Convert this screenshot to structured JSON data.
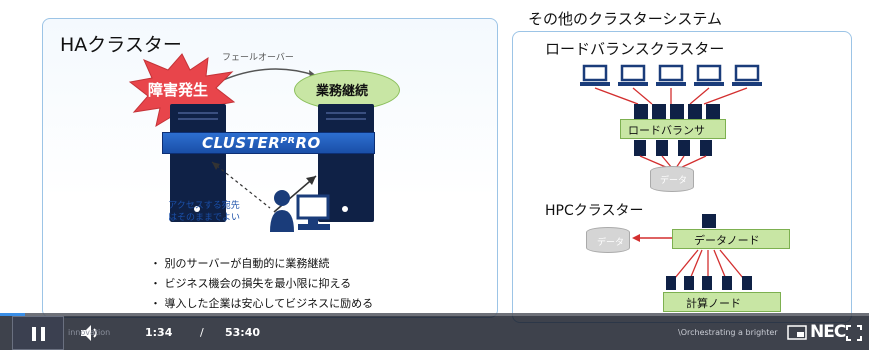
{
  "slide": {
    "ha_title": "HAクラスター",
    "failover_label": "フェールオーバー",
    "failure_label": "障害発生",
    "continuation_label": "業務継続",
    "product_logo": "CLUSTERᴾᴿRO",
    "access_note_line1": "アクセスする宛先",
    "access_note_line2": "はそのままでよい",
    "bullets": [
      "・ 別のサーバーが自動的に業務継続",
      "・ ビジネス機会の損失を最小限に抑える",
      "・ 導入した企業は安心してビジネスに励める"
    ],
    "other_title": "その他のクラスターシステム",
    "lb_title": "ロードバランスクラスター",
    "lb_label": "ロードバランサ",
    "lb_data_label": "データ",
    "hpc_title": "HPCクラスター",
    "hpc_data_label": "データ",
    "data_node_label": "データノード",
    "compute_node_label": "計算ノード"
  },
  "player": {
    "current_time": "1:34",
    "separator": "/",
    "duration": "53:40",
    "progress_fraction": 0.029,
    "brand": "NEC",
    "footer_caption": "\\Orchestrating a brighter",
    "faint_left_text": "innovation",
    "icons": [
      "pause-icon",
      "volume-icon",
      "picture-in-picture-icon",
      "fullscreen-icon"
    ]
  },
  "colors": {
    "accent_blue": "#1a4fa8",
    "server_navy": "#0f2146",
    "node_green": "#c8e6a4",
    "alert_red": "#e8454b",
    "progress": "#3a8ee6"
  }
}
